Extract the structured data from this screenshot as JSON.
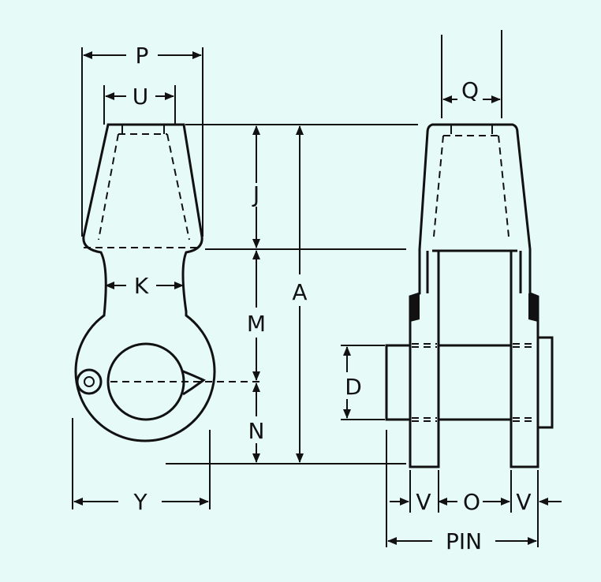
{
  "diagram": {
    "labels": {
      "P": "P",
      "U": "U",
      "Q": "Q",
      "J": "J",
      "A": "A",
      "K": "K",
      "M": "M",
      "D": "D",
      "N": "N",
      "Y": "Y",
      "V_left": "V",
      "O": "O",
      "V_right": "V",
      "PIN": "PIN"
    },
    "colors": {
      "background": "#e6fbf8",
      "ink": "#111111"
    }
  }
}
